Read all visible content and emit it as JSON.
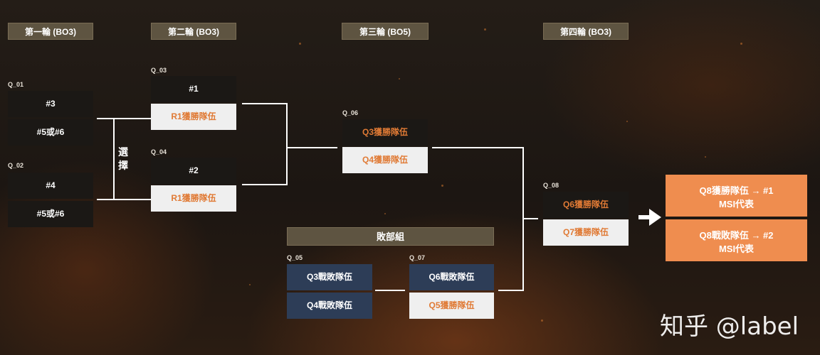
{
  "rounds": [
    "第一輪 (BO3)",
    "第二輪 (BO3)",
    "第三輪 (BO5)",
    "第四輪 (BO3)"
  ],
  "choose_label": [
    "選",
    "擇"
  ],
  "matches": {
    "q01": {
      "id": "Q_01",
      "top": "#3",
      "bottom": "#5或#6"
    },
    "q02": {
      "id": "Q_02",
      "top": "#4",
      "bottom": "#5或#6"
    },
    "q03": {
      "id": "Q_03",
      "top": "#1",
      "bottom": "R1獲勝隊伍"
    },
    "q04": {
      "id": "Q_04",
      "top": "#2",
      "bottom": "R1獲勝隊伍"
    },
    "q06": {
      "id": "Q_06",
      "top": "Q3獲勝隊伍",
      "bottom": "Q4獲勝隊伍"
    },
    "q05": {
      "id": "Q_05",
      "top": "Q3戰敗隊伍",
      "bottom": "Q4戰敗隊伍"
    },
    "q07": {
      "id": "Q_07",
      "top": "Q6戰敗隊伍",
      "bottom": "Q5獲勝隊伍"
    },
    "q08": {
      "id": "Q_08",
      "top": "Q6獲勝隊伍",
      "bottom": "Q7獲勝隊伍"
    }
  },
  "losers_bracket": "敗部組",
  "results": [
    {
      "line1": "Q8獲勝隊伍 → #1",
      "line2": "MSI代表"
    },
    {
      "line1": "Q8戰敗隊伍 → #2",
      "line2": "MSI代表"
    }
  ],
  "watermark": "知乎 @label",
  "colors": {
    "accent": "#e07a35",
    "result_bg": "#ef8d4f",
    "header_bg": "#5e5441",
    "loser_box": "#2d3d57"
  }
}
